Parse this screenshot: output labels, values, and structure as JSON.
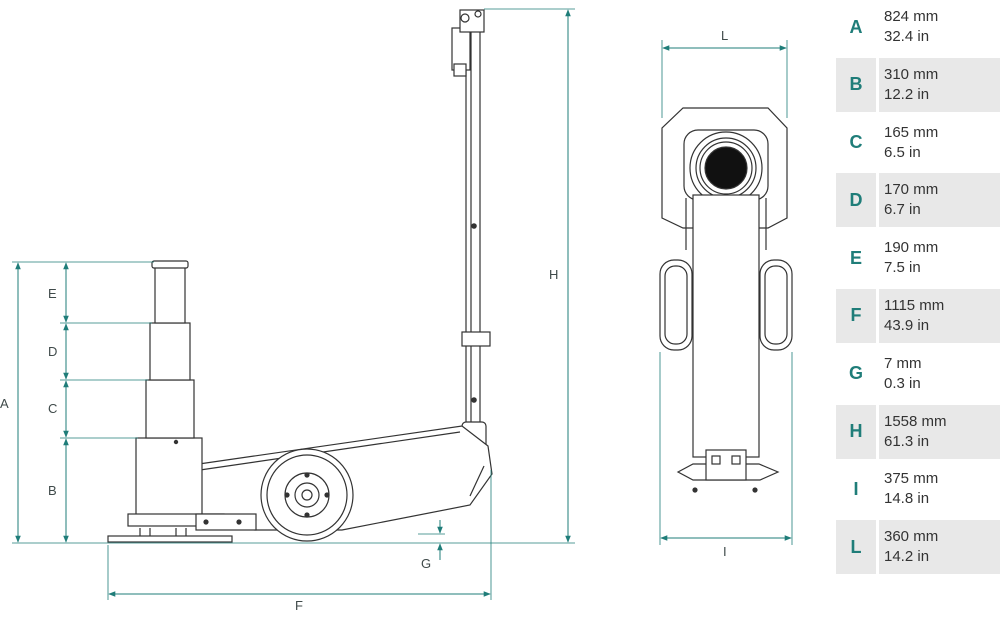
{
  "colors": {
    "accent": "#1f7d79",
    "line": "#333333",
    "shade": "#e8e8e8"
  },
  "dimension_labels": {
    "A": "A",
    "B": "B",
    "C": "C",
    "D": "D",
    "E": "E",
    "F": "F",
    "G": "G",
    "H": "H",
    "I": "I",
    "L": "L"
  },
  "specs": [
    {
      "letter": "A",
      "mm": "824 mm",
      "in": "32.4 in"
    },
    {
      "letter": "B",
      "mm": "310 mm",
      "in": "12.2 in"
    },
    {
      "letter": "C",
      "mm": "165 mm",
      "in": "6.5 in"
    },
    {
      "letter": "D",
      "mm": "170 mm",
      "in": "6.7 in"
    },
    {
      "letter": "E",
      "mm": "190 mm",
      "in": "7.5 in"
    },
    {
      "letter": "F",
      "mm": "1115 mm",
      "in": "43.9 in"
    },
    {
      "letter": "G",
      "mm": "7 mm",
      "in": "0.3 in"
    },
    {
      "letter": "H",
      "mm": "1558 mm",
      "in": "61.3 in"
    },
    {
      "letter": "I",
      "mm": "375 mm",
      "in": "14.8 in"
    },
    {
      "letter": "L",
      "mm": "360 mm",
      "in": "14.2 in"
    }
  ]
}
